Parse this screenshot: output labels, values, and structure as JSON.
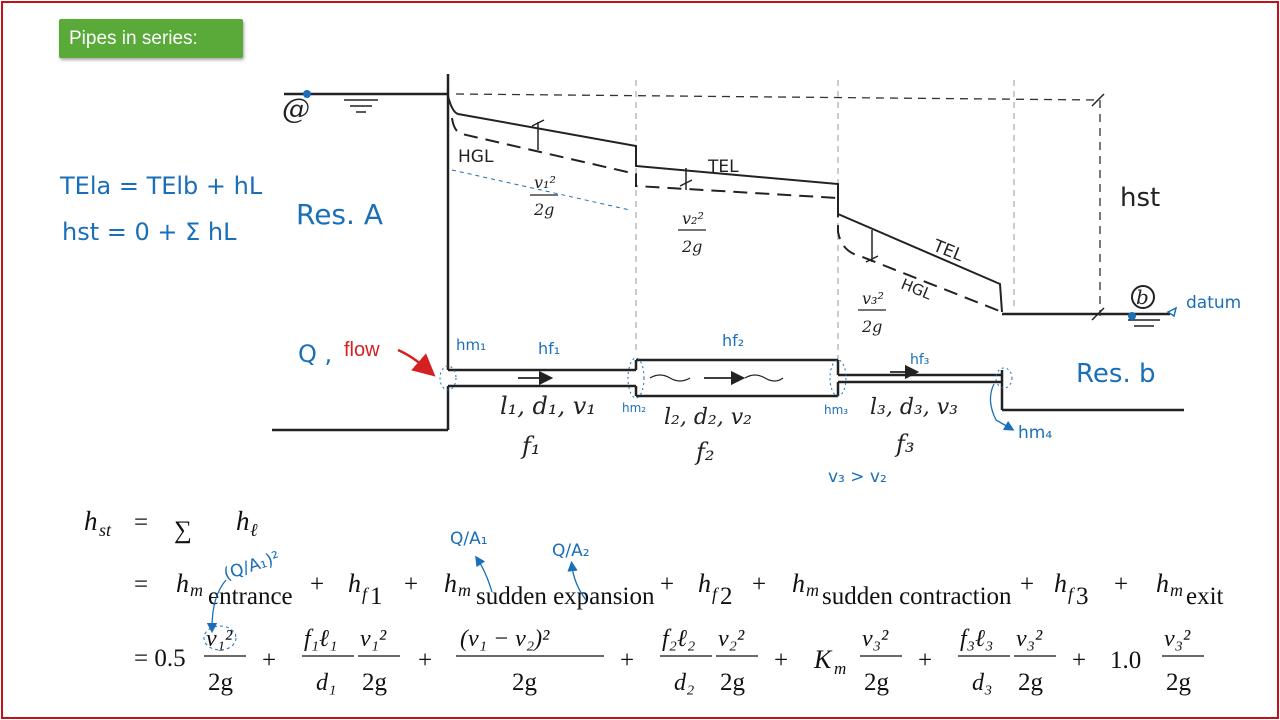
{
  "title": "Pipes in series:",
  "annotations": {
    "point_a": "@",
    "point_b": "b",
    "datum": "datum",
    "hgl_1": "HGL",
    "tel_2": "TEL",
    "tel_3": "TEL",
    "hgl_3": "HGL",
    "res_a": "Res. A",
    "res_b": "Res. b",
    "h_st": "hst",
    "flow_q": "Q ,",
    "flow_word": "flow",
    "v1_head_num": "v₁²",
    "v1_head_den": "2g",
    "v2_head_num": "v₂²",
    "v2_head_den": "2g",
    "v3_head_num": "v₃²",
    "v3_head_den": "2g",
    "hm1": "hm₁",
    "hf1": "hf₁",
    "hf2": "hf₂",
    "hf3": "hf₃",
    "hm2": "hm₂",
    "hm3": "hm₃",
    "hm4": "hm₄",
    "pipe1_props": "l₁, d₁, v₁",
    "pipe1_f": "f₁",
    "pipe2_props": "l₂, d₂, v₂",
    "pipe2_f": "f₂",
    "pipe3_props": "l₃, d₃, v₃",
    "pipe3_f": "f₃",
    "v3_gt_v2": "v₃ > v₂",
    "eq_energy": "TEla = TElb + hL",
    "eq_hst": "hst = 0 + Σ hL",
    "q_a1": "Q/A₁",
    "q_a1_note": "(Q/A₁)²",
    "q_a2": "Q/A₂"
  },
  "equation": {
    "line1": {
      "lhs": "h",
      "lhs_sub": "st",
      "eq": "=",
      "sum": "∑",
      "term": "h",
      "term_sub": "ℓ"
    },
    "line2": {
      "eq": "=",
      "terms": [
        {
          "sym": "h",
          "sub": "m",
          "subsub": "entrance"
        },
        {
          "sym": "h",
          "sub": "f",
          "subsub": "1"
        },
        {
          "sym": "h",
          "sub": "m",
          "subsub": "sudden expansion"
        },
        {
          "sym": "h",
          "sub": "f",
          "subsub": "2"
        },
        {
          "sym": "h",
          "sub": "m",
          "subsub": "sudden contraction"
        },
        {
          "sym": "h",
          "sub": "f",
          "subsub": "3"
        },
        {
          "sym": "h",
          "sub": "m",
          "subsub": "exit"
        }
      ],
      "plus": "+"
    },
    "line3": {
      "eq": "= 0.5",
      "t1_num": "v₁²",
      "t1_den": "2g",
      "t2_num": "f₁ℓ₁",
      "t2_den": "d₁",
      "t2_num2": "v₁²",
      "t2_den2": "2g",
      "t3_num": "(v₁  −  v₂)²",
      "t3_den": "2g",
      "t4_num": "f₂ℓ₂",
      "t4_den": "d₂",
      "t4_num2": "v₂²",
      "t4_den2": "2g",
      "t5_coef": "K",
      "t5_sub": "m",
      "t5_num": "v₃²",
      "t5_den": "2g",
      "t6_num": "f₃ℓ₃",
      "t6_den": "d₃",
      "t6_num2": "v₃²",
      "t6_den2": "2g",
      "t7_coef": "1.0",
      "t7_num": "v₃²",
      "t7_den": "2g",
      "plus": "+"
    }
  },
  "colors": {
    "frame": "#c0121b",
    "badge": "#5aaa3a",
    "ink": "#222222",
    "blue": "#1a6fb8",
    "flow_red": "#d42020"
  }
}
